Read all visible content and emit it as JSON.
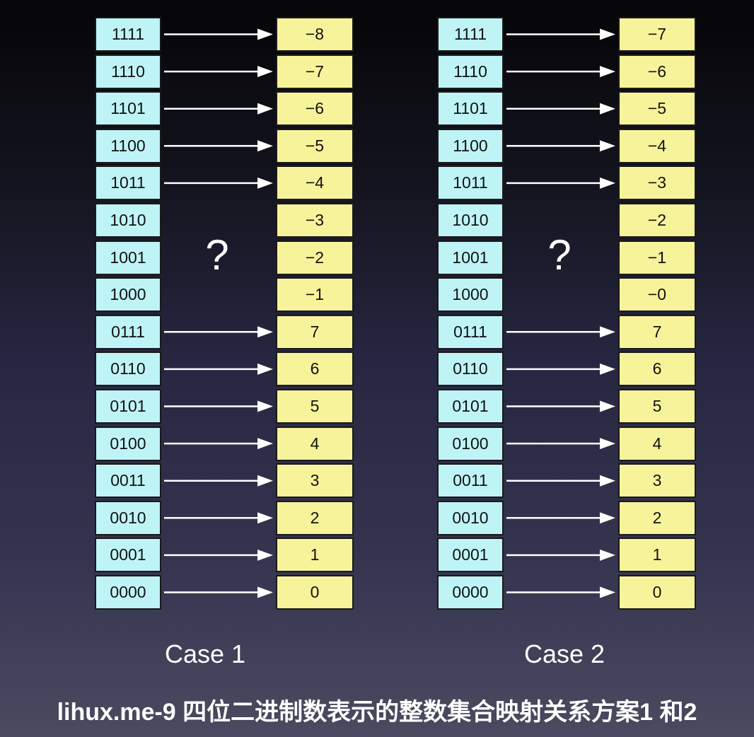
{
  "cases": [
    {
      "label": "Case 1",
      "question_mark": "?",
      "rows": [
        {
          "binary": "1111",
          "value": "−8",
          "arrow": true
        },
        {
          "binary": "1110",
          "value": "−7",
          "arrow": true
        },
        {
          "binary": "1101",
          "value": "−6",
          "arrow": true
        },
        {
          "binary": "1100",
          "value": "−5",
          "arrow": true
        },
        {
          "binary": "1011",
          "value": "−4",
          "arrow": true
        },
        {
          "binary": "1010",
          "value": "−3",
          "arrow": false
        },
        {
          "binary": "1001",
          "value": "−2",
          "arrow": false
        },
        {
          "binary": "1000",
          "value": "−1",
          "arrow": false
        },
        {
          "binary": "0111",
          "value": "7",
          "arrow": true
        },
        {
          "binary": "0110",
          "value": "6",
          "arrow": true
        },
        {
          "binary": "0101",
          "value": "5",
          "arrow": true
        },
        {
          "binary": "0100",
          "value": "4",
          "arrow": true
        },
        {
          "binary": "0011",
          "value": "3",
          "arrow": true
        },
        {
          "binary": "0010",
          "value": "2",
          "arrow": true
        },
        {
          "binary": "0001",
          "value": "1",
          "arrow": true
        },
        {
          "binary": "0000",
          "value": "0",
          "arrow": true
        }
      ]
    },
    {
      "label": "Case 2",
      "question_mark": "?",
      "rows": [
        {
          "binary": "1111",
          "value": "−7",
          "arrow": true
        },
        {
          "binary": "1110",
          "value": "−6",
          "arrow": true
        },
        {
          "binary": "1101",
          "value": "−5",
          "arrow": true
        },
        {
          "binary": "1100",
          "value": "−4",
          "arrow": true
        },
        {
          "binary": "1011",
          "value": "−3",
          "arrow": true
        },
        {
          "binary": "1010",
          "value": "−2",
          "arrow": false
        },
        {
          "binary": "1001",
          "value": "−1",
          "arrow": false
        },
        {
          "binary": "1000",
          "value": "−0",
          "arrow": false
        },
        {
          "binary": "0111",
          "value": "7",
          "arrow": true
        },
        {
          "binary": "0110",
          "value": "6",
          "arrow": true
        },
        {
          "binary": "0101",
          "value": "5",
          "arrow": true
        },
        {
          "binary": "0100",
          "value": "4",
          "arrow": true
        },
        {
          "binary": "0011",
          "value": "3",
          "arrow": true
        },
        {
          "binary": "0010",
          "value": "2",
          "arrow": true
        },
        {
          "binary": "0001",
          "value": "1",
          "arrow": true
        },
        {
          "binary": "0000",
          "value": "0",
          "arrow": true
        }
      ]
    }
  ],
  "caption": "lihux.me-9 四位二进制数表示的整数集合映射关系方案1 和2",
  "colors": {
    "binary_cell": "#bff4f7",
    "value_cell": "#f7f39a",
    "arrow": "#ffffff"
  }
}
